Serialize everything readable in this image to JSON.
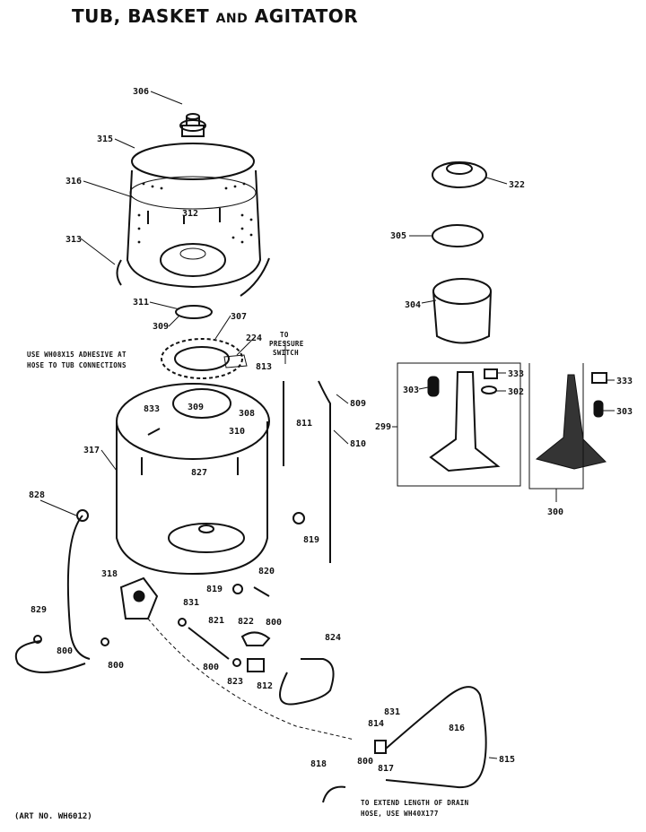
{
  "title_main_1": "TUB, BASKET",
  "title_and": "AND",
  "title_main_2": "AGITATOR",
  "art_no": "(ART NO. WH6012)",
  "notes": {
    "adhesive_1": "USE WH08X15 ADHESIVE AT",
    "adhesive_2": "HOSE TO TUB CONNECTIONS",
    "pressure_1": "TO",
    "pressure_2": "PRESSURE",
    "pressure_3": "SWITCH",
    "drain_1": "TO EXTEND LENGTH OF DRAIN",
    "drain_2": "HOSE, USE WH40X177"
  },
  "parts": {
    "p306": "306",
    "p315": "315",
    "p316": "316",
    "p312": "312",
    "p313": "313",
    "p311": "311",
    "p309a": "309",
    "p307": "307",
    "p224": "224",
    "p813": "813",
    "p811": "811",
    "p809": "809",
    "p810": "810",
    "p833": "833",
    "p309b": "309",
    "p308": "308",
    "p310": "310",
    "p317": "317",
    "p827": "827",
    "p828": "828",
    "p819a": "819",
    "p318": "318",
    "p820": "820",
    "p819b": "819",
    "p831a": "831",
    "p829": "829",
    "p800a": "800",
    "p800b": "800",
    "p821": "821",
    "p822": "822",
    "p800c": "800",
    "p800d": "800",
    "p824": "824",
    "p823": "823",
    "p812": "812",
    "p322": "322",
    "p305a": "305",
    "p304": "304",
    "p303a": "303",
    "p333a": "333",
    "p302": "302",
    "p299": "299",
    "p333b": "333",
    "p303b": "303",
    "p300": "300",
    "p814": "814",
    "p831b": "831",
    "p816": "816",
    "p815": "815",
    "p818": "818",
    "p800e": "800",
    "p817": "817"
  }
}
